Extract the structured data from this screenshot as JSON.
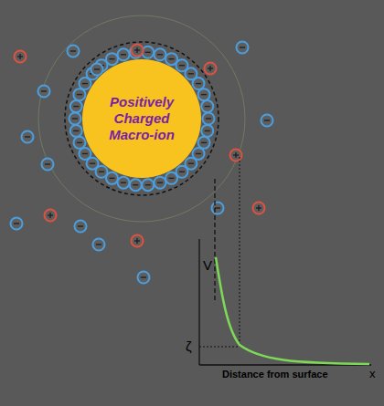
{
  "diagram": {
    "nodes": [
      {
        "text": [
          "Positively Charged Macro-ion"
        ]
      }
    ],
    "labels": [
      "V",
      "ζ",
      "Distance from surface",
      "x"
    ]
  }
}
